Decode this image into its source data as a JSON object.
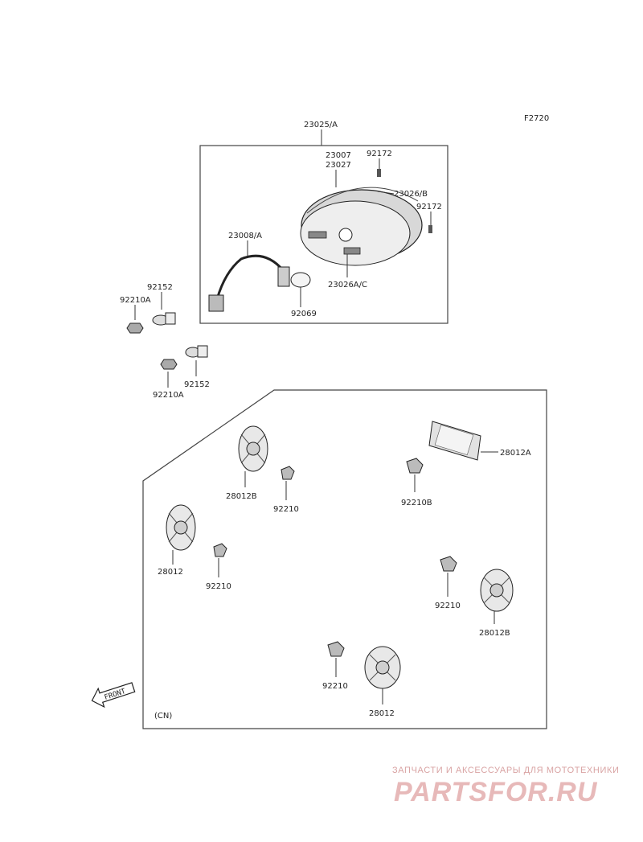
{
  "figure_code": "F2720",
  "region_note": "(CN)",
  "front_arrow_text": "FRONT",
  "labels": {
    "assembly": "23025/A",
    "lens_1": "23007",
    "lens_2": "23027",
    "screw_top": "92172",
    "housing": "23026/B",
    "screw_right": "92172",
    "socket": "23008/A",
    "body": "23026A/C",
    "bulb": "92069",
    "collar_1": "92152",
    "nut_1": "92210A",
    "collar_2": "92152",
    "nut_2": "92210A",
    "reflector_a": "28012A",
    "reflector_b_tl": "28012B",
    "nut_a": "92210",
    "nut_b": "92210B",
    "reflector_ml": "28012",
    "nut_ml": "92210",
    "nut_mr": "92210",
    "reflector_b_mr": "28012B",
    "nut_bc": "92210",
    "reflector_bc": "28012"
  },
  "watermark": {
    "line1": "ЗАПЧАСТИ И АКСЕССУАРЫ ДЛЯ МОТОТЕХНИКИ",
    "line2": "PARTSFOR.RU"
  }
}
